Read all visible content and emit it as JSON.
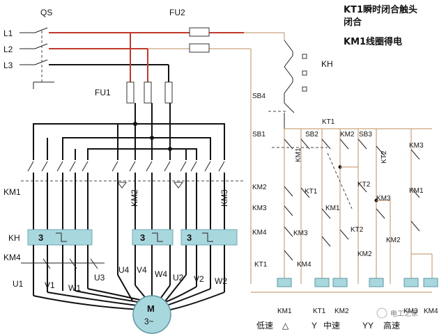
{
  "title_note": {
    "line1": "KT1瞬时闭合触头",
    "line2": "闭合",
    "line3": "KM1线圈得电"
  },
  "labels": {
    "qs": "QS",
    "fu2": "FU2",
    "fu1": "FU1",
    "l1": "L1",
    "l2": "L2",
    "l3": "L3",
    "km1_main": "KM1",
    "km2_main": "KM2",
    "km3_main": "KM3",
    "kh_main": "KH",
    "km4_main": "KM4",
    "kh_block": "3",
    "u1": "U1",
    "v1": "V1",
    "w1": "W1",
    "u3": "U3",
    "u4": "U4",
    "v4": "V4",
    "w4": "W4",
    "u2": "U2",
    "v2": "V2",
    "w2": "W2",
    "motor_m": "M",
    "motor_3": "3~"
  },
  "control": {
    "kh": "KH",
    "sb4": "SB4",
    "sb1": "SB1",
    "sb2": "SB2",
    "sb3": "SB3",
    "kt1_top": "KT1",
    "km1_c": "KM1",
    "km2_c": "KM2",
    "kt2_c": "KT2",
    "km3_c": "KM3",
    "kt1_c": "KT1",
    "kt2_c2": "KT2",
    "km1_c2": "KM1",
    "km3_c2": "KM3",
    "kt2_c3": "KT2",
    "km2_c2": "KM2",
    "km1_c3": "KM1",
    "km2_c3": "KM2",
    "km2_left": "KM2",
    "km3_left": "KM3",
    "km4_left": "KM4",
    "km3_mid": "KM3",
    "kt1_left": "KT1",
    "km4_mid": "KM4"
  },
  "coil_labels": {
    "c1": "KM1",
    "c2": "KT1",
    "c3": "KM2",
    "c5": "KM3",
    "c6": "KM4"
  },
  "speed_row": {
    "low": "低速",
    "low_sym": "△",
    "mid_sym": "Y",
    "mid": "中速",
    "high_sym": "YY",
    "high": "高速"
  },
  "watermark": "电工之家",
  "colors": {
    "power": "#c0392b",
    "control": "#c9a27e",
    "relay_block": "#a9d7de"
  }
}
